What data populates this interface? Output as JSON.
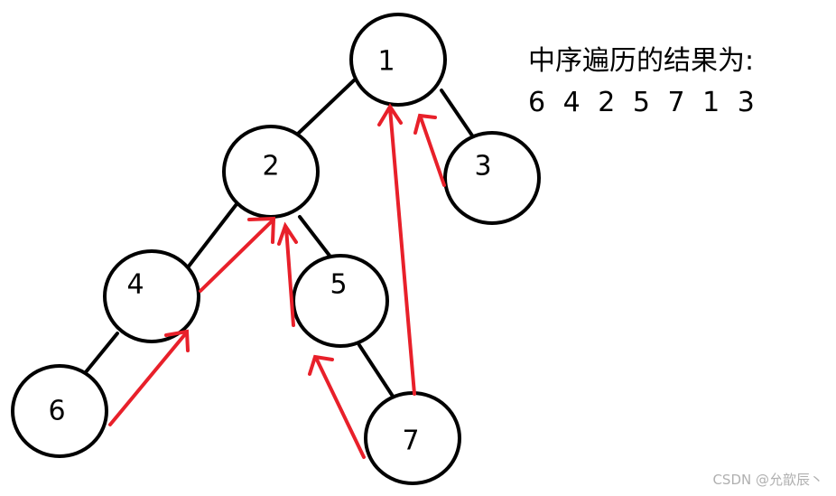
{
  "result": {
    "title": "中序遍历的结果为:",
    "sequence": "6  4  2  5  7  1  3"
  },
  "tree": {
    "nodes": [
      {
        "id": "1",
        "label": "1"
      },
      {
        "id": "2",
        "label": "2"
      },
      {
        "id": "3",
        "label": "3"
      },
      {
        "id": "4",
        "label": "4"
      },
      {
        "id": "5",
        "label": "5"
      },
      {
        "id": "6",
        "label": "6"
      },
      {
        "id": "7",
        "label": "7"
      }
    ],
    "edges": [
      {
        "from": "1",
        "to": "2"
      },
      {
        "from": "1",
        "to": "3"
      },
      {
        "from": "2",
        "to": "4"
      },
      {
        "from": "2",
        "to": "5"
      },
      {
        "from": "4",
        "to": "6"
      },
      {
        "from": "5",
        "to": "7"
      }
    ],
    "traversal_arrows": [
      {
        "from": "6",
        "to": "4"
      },
      {
        "from": "4",
        "to": "2"
      },
      {
        "from": "5",
        "to": "2"
      },
      {
        "from": "7",
        "to": "5"
      },
      {
        "from": "7",
        "to": "1"
      },
      {
        "from": "3",
        "to": "1"
      }
    ]
  },
  "colors": {
    "arrow": "#e8202a",
    "edge": "#000000",
    "node_fill": "#ffffff"
  },
  "watermark": "CSDN @允歆辰丶"
}
